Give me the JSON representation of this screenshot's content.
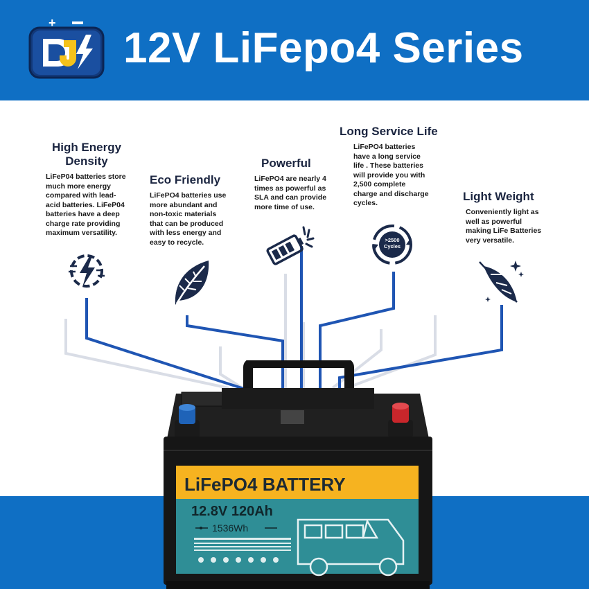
{
  "header": {
    "title": "12V LiFepo4 Series",
    "background_color": "#0f6fc4",
    "logo_icon": "dj-battery-logo-icon"
  },
  "features": [
    {
      "title_line1": "High Energy",
      "title_line2": "Density",
      "body": "LiFeP04 batteries store much more energy compared with lead-acid batteries. LiFeP04 batteries have a deep charge rate providing maximum versatility.",
      "icon": "lightning-energy-icon"
    },
    {
      "title_line1": "Eco Friendly",
      "body": "LiFePO4 batteries use more abundant and non-toxic materials that can be produced with less energy and easy to recycle.",
      "icon": "leaf-icon"
    },
    {
      "title_line1": "Powerful",
      "body": "LiFePO4 are nearly 4 times as powerful as SLA and can provide more time of use.",
      "icon": "battery-power-icon"
    },
    {
      "title_line1": "Long Service Life",
      "body": "LiFePO4 batteries have a long service life . These batteries will provide you with 2,500 complete charge and discharge cycles.",
      "icon": "cycle-icon",
      "icon_text_1": ">2500",
      "icon_text_2": "Cycles"
    },
    {
      "title_line1": "Light Weight",
      "body": "Conveniently light as well as powerful making LiFe Batteries very versatile.",
      "icon": "feather-icon"
    }
  ],
  "battery": {
    "label_title": "LiFePO4 BATTERY",
    "voltage_capacity": "12.8V 120Ah",
    "energy": "1536Wh",
    "label_yellow": "#f6b320",
    "label_teal": "#2f8e96",
    "terminal_negative_color": "#1f63b8",
    "terminal_positive_color": "#c8262b"
  }
}
